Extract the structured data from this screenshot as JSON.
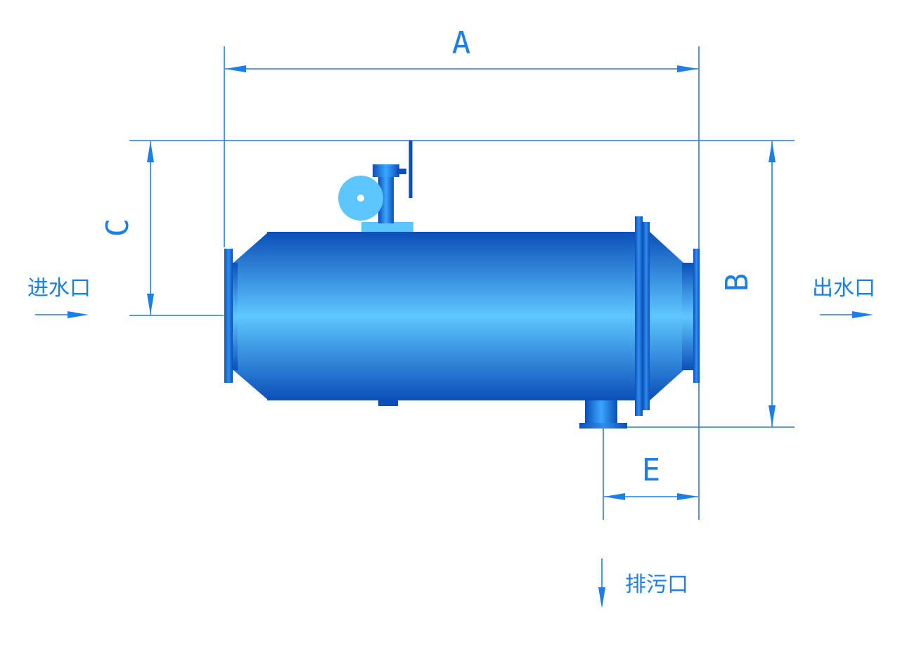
{
  "dimensions": {
    "A": "A",
    "B": "B",
    "C": "C",
    "E": "E"
  },
  "labels": {
    "inlet": "进水口",
    "outlet": "出水口",
    "drain": "排污口"
  },
  "colors": {
    "dimension": "#1a7fe6",
    "body_dark": "#0b4fb8",
    "body_mid": "#2f8ff0",
    "body_light": "#5ec6ff",
    "motor": "#5ec6ff"
  }
}
